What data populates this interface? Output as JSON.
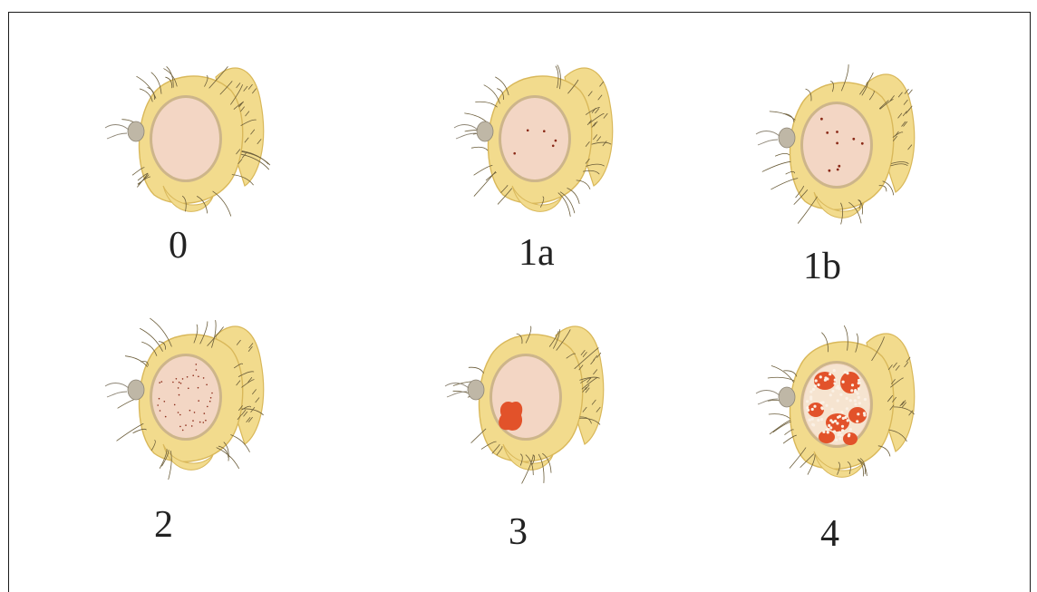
{
  "colors": {
    "cuticle": "#f2db8d",
    "cuticle_shade": "#d9b85a",
    "eye": "#f3d6c4",
    "eye_rim": "#cdb58a",
    "bristle": "#6b5d3a",
    "antenna": "#bfb7a6",
    "pigment_dot": "#8a2a18",
    "pigment_patch": "#e2522a",
    "border": "#1a1a1a",
    "label": "#222222"
  },
  "panels": [
    {
      "label": "0",
      "pattern": "none"
    },
    {
      "label": "1a",
      "pattern": "few-dots"
    },
    {
      "label": "1b",
      "pattern": "several-dots"
    },
    {
      "label": "2",
      "pattern": "many-fine-dots"
    },
    {
      "label": "3",
      "pattern": "single-patch"
    },
    {
      "label": "4",
      "pattern": "mottled-patches"
    }
  ]
}
